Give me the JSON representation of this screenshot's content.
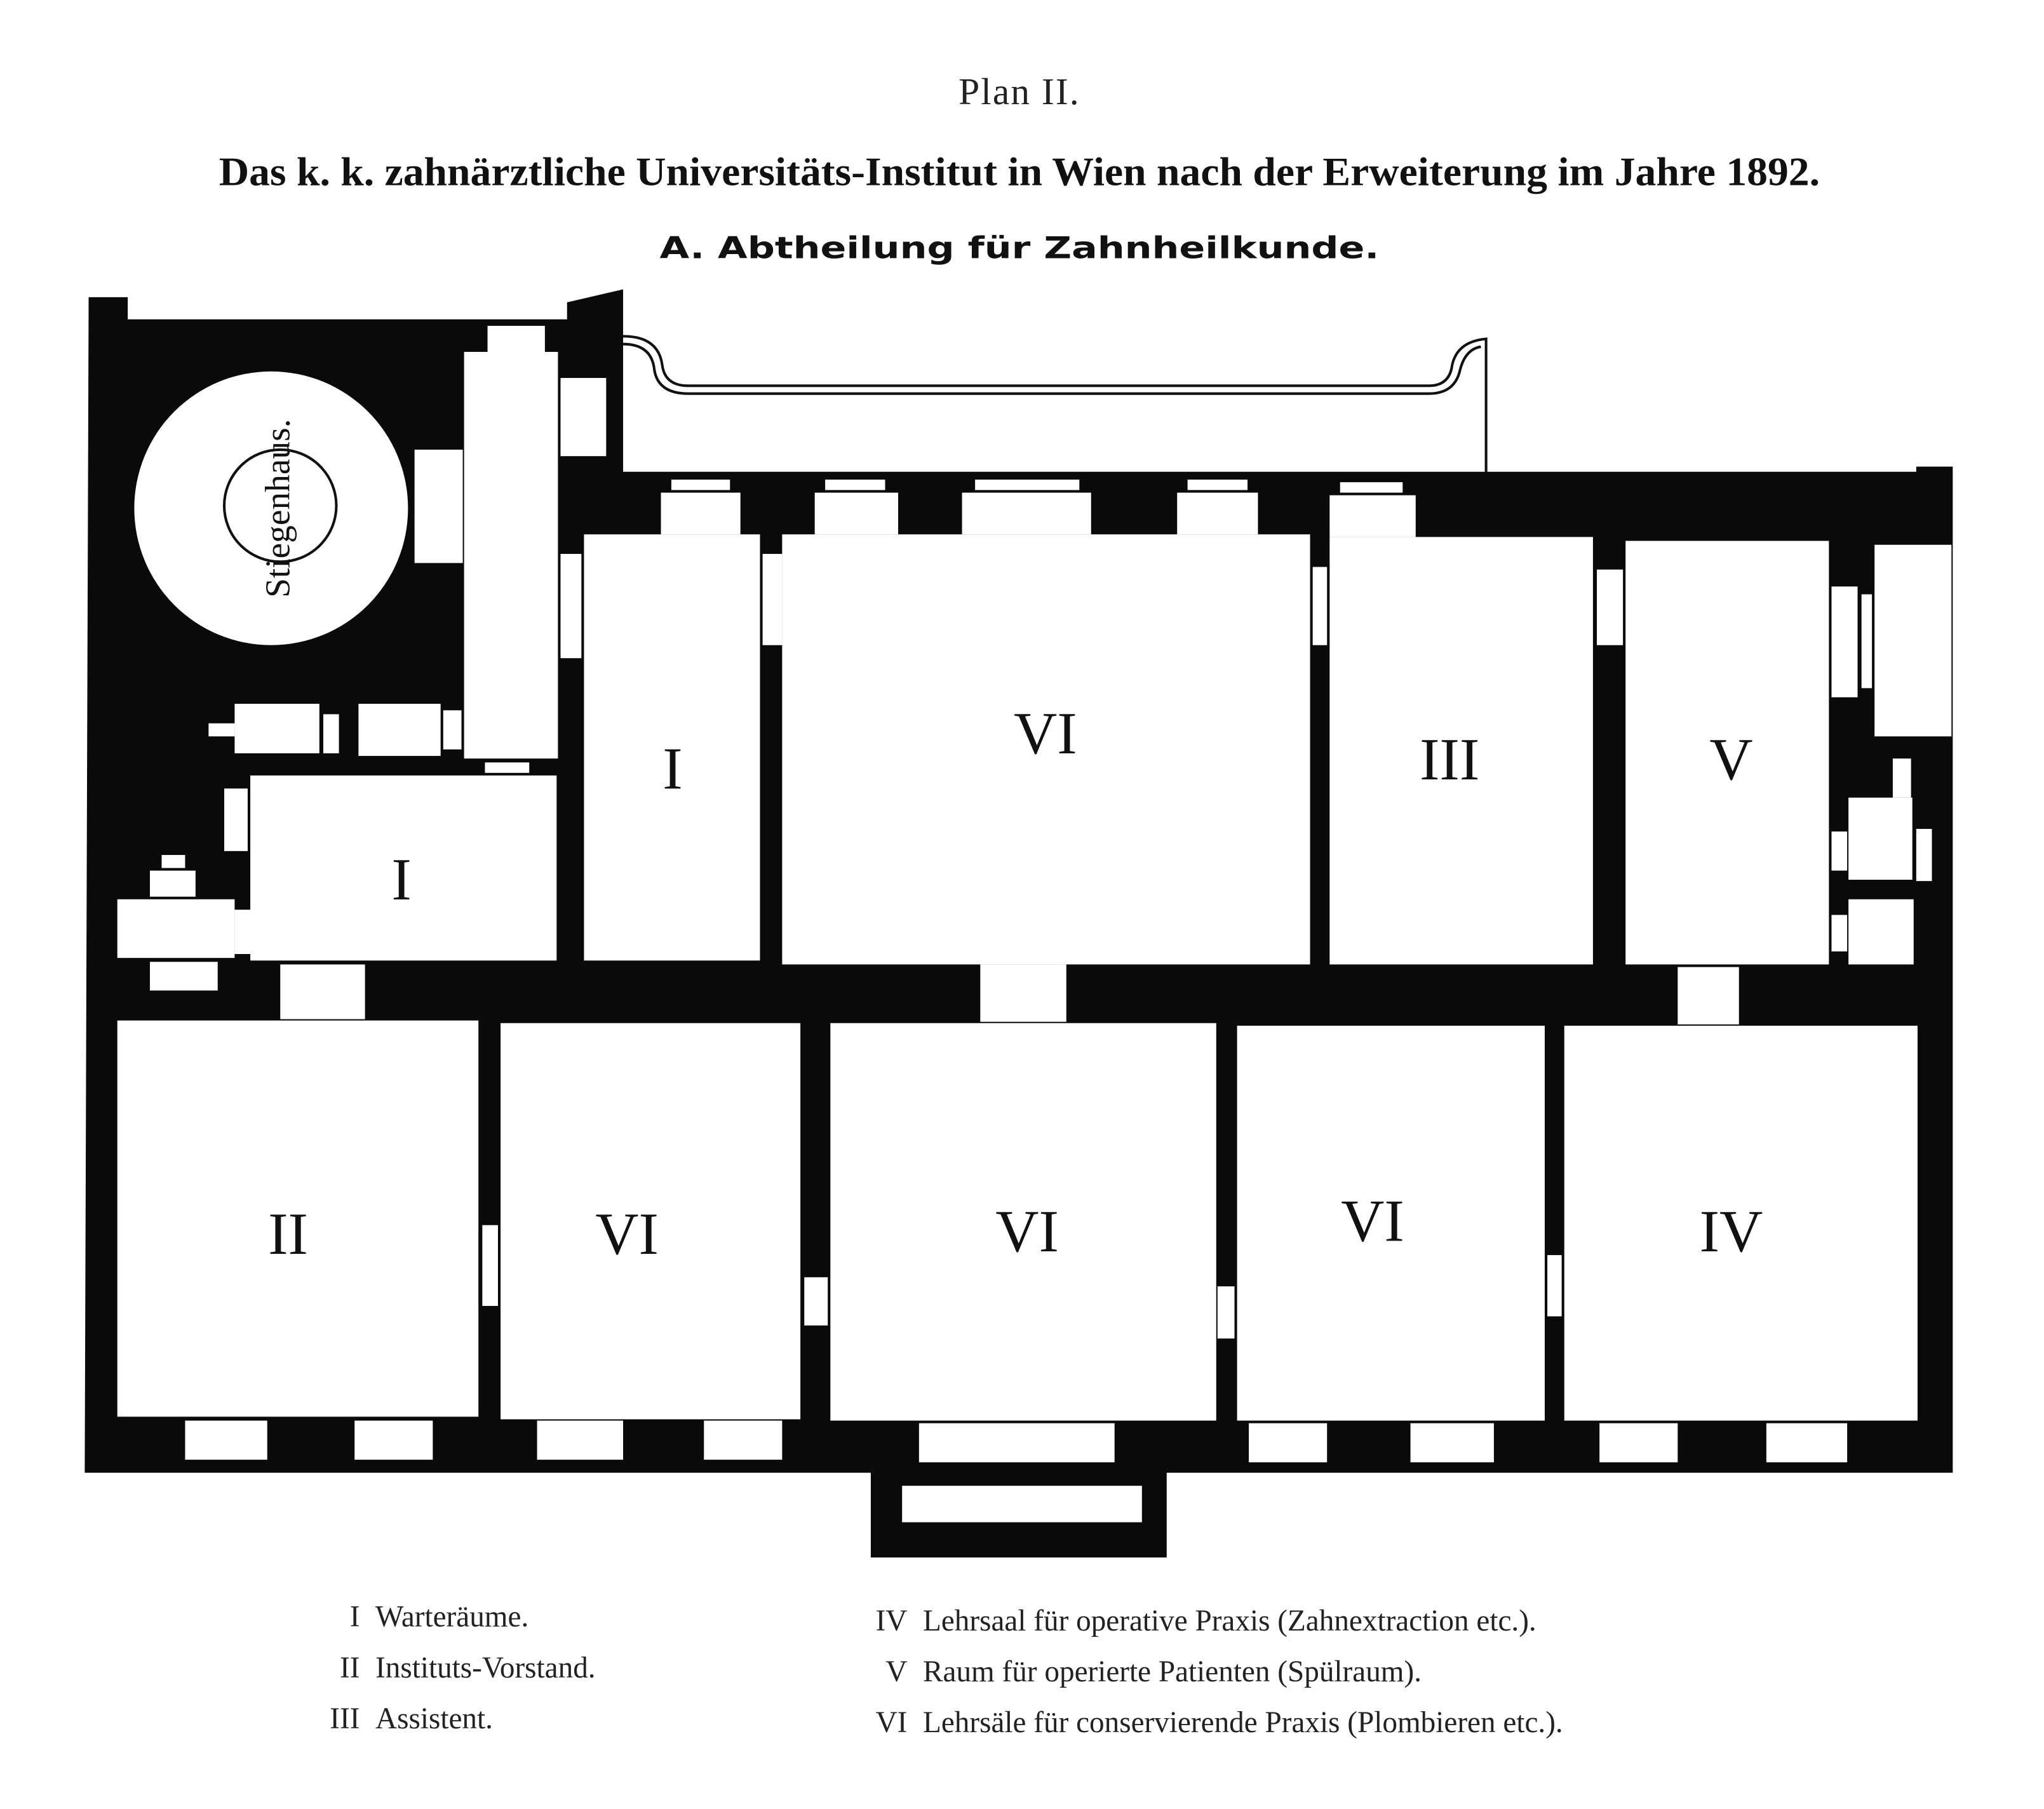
{
  "header": {
    "plan": "Plan II.",
    "title": "Das k. k. zahnärztliche Universitäts-Institut in Wien nach der Erweiterung im Jahre 1892.",
    "subtitle": "A. Abtheilung für Zahnheilkunde."
  },
  "plan": {
    "staircase_label": "Stiegenhaus.",
    "rooms": {
      "waiting_small": "I",
      "waiting_tall": "I",
      "conservative_top": "VI",
      "assistant": "III",
      "rinse_room": "V",
      "director": "II",
      "conservative_b1": "VI",
      "conservative_b2": "VI",
      "conservative_b3": "VI",
      "operative": "IV"
    }
  },
  "legend": {
    "left": [
      {
        "num": "I",
        "text": "Warteräume."
      },
      {
        "num": "II",
        "text": "Instituts-Vorstand."
      },
      {
        "num": "III",
        "text": "Assistent."
      }
    ],
    "right": [
      {
        "num": "IV",
        "text": "Lehrsaal für operative Praxis (Zahnextraction etc.)."
      },
      {
        "num": "V",
        "text": "Raum für operierte Patienten (Spülraum)."
      },
      {
        "num": "VI",
        "text": "Lehrsäle für conservierende Praxis (Plombieren etc.)."
      }
    ]
  },
  "colors": {
    "ink": "#0a0a0a",
    "paper": "#ffffff"
  }
}
